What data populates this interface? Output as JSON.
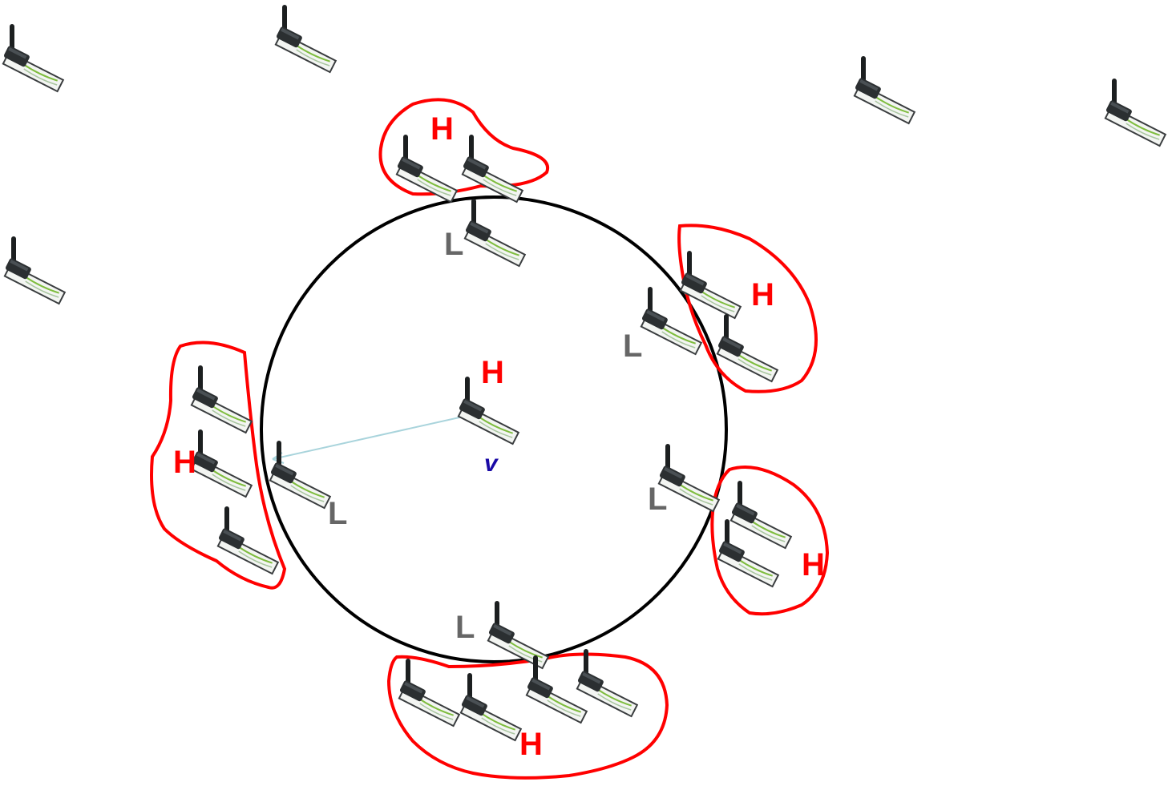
{
  "colors": {
    "high_density": "#ff0000",
    "low_density": "#666666",
    "node_label": "#1a0aa6",
    "range_circle": "#000000",
    "range_arrow": "#a9d4dc",
    "group_outline": "#ff0000"
  },
  "icon": "wireless-pc-card-icon",
  "center_node": {
    "label": "v",
    "density": "H"
  },
  "labels": {
    "high": "H",
    "low": "L"
  }
}
